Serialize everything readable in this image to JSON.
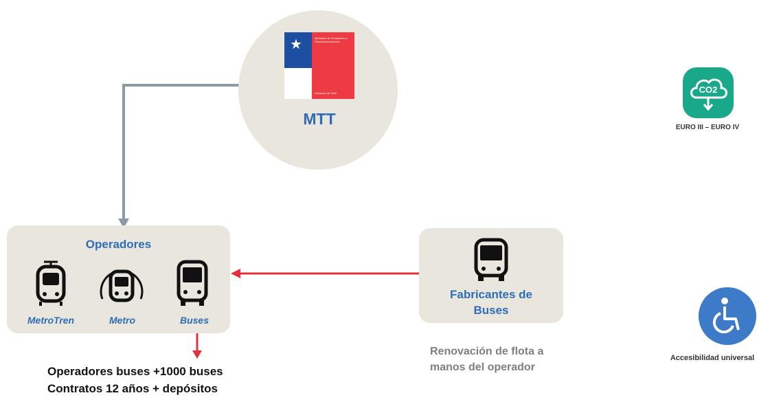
{
  "mtt": {
    "label": "MTT",
    "logo_text_top": "Ministerio de Transportes y Telecomunicaciones",
    "logo_text_bottom": "Gobierno de Chile"
  },
  "operadores": {
    "title": "Operadores",
    "modes": [
      {
        "label": "MetroTren",
        "icon": "train-icon"
      },
      {
        "label": "Metro",
        "icon": "metro-icon"
      },
      {
        "label": "Buses",
        "icon": "bus-icon"
      }
    ],
    "notes": [
      "Operadores buses +1000 buses",
      "Contratos 12 años + depósitos"
    ]
  },
  "fabricantes": {
    "title_line1": "Fabricantes de",
    "title_line2": "Buses",
    "note_line1": "Renovación de flota a",
    "note_line2": "manos del operador"
  },
  "badges": {
    "emissions": {
      "label": "EURO III – EURO IV",
      "icon": "co2-cloud-icon",
      "subscript_text": "CO2"
    },
    "accessibility": {
      "label": "Accesibilidad universal",
      "icon": "wheelchair-icon"
    }
  },
  "colors": {
    "brand_blue": "#2f6db7",
    "arrow_gray": "#8a9aa9",
    "arrow_red": "#e0323b",
    "teal": "#1aa88a",
    "wheel_blue": "#3d7ac8",
    "box_beige": "#e9e6dd"
  }
}
